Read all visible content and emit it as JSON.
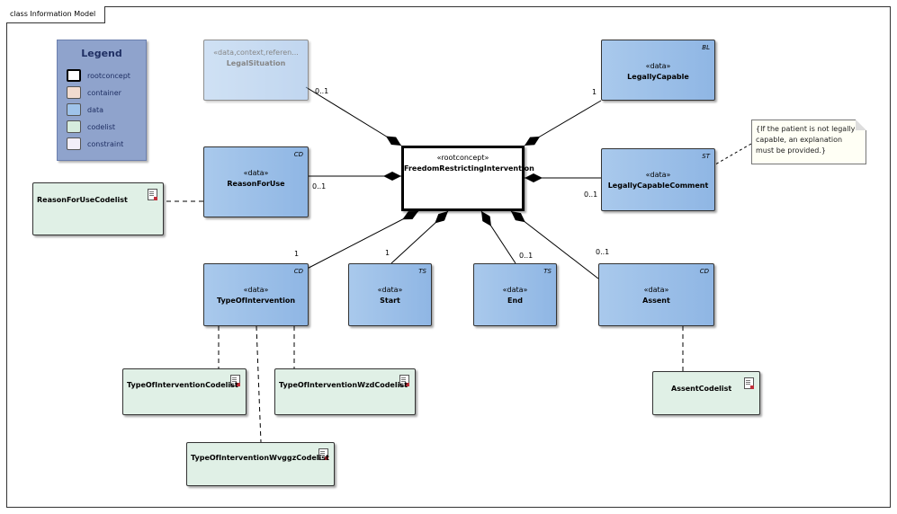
{
  "frame": {
    "label": "class Information Model"
  },
  "legend": {
    "title": "Legend",
    "items": [
      {
        "label": "rootconcept",
        "color": "#ffffff"
      },
      {
        "label": "container",
        "color": "#f2dcd0"
      },
      {
        "label": "data",
        "color": "#9fc3ea"
      },
      {
        "label": "codelist",
        "color": "#d6ecde"
      },
      {
        "label": "constraint",
        "color": "#f2eef8"
      }
    ]
  },
  "root": {
    "stereotype": "«rootconcept»",
    "name": "FreedomRestrictingIntervention"
  },
  "classes": {
    "legal_situation": {
      "stereotype": "«data,context,referen...",
      "name": "LegalSituation",
      "type": ""
    },
    "legally_capable": {
      "stereotype": "«data»",
      "name": "LegallyCapable",
      "type": "BL"
    },
    "reason_for_use": {
      "stereotype": "«data»",
      "name": "ReasonForUse",
      "type": "CD"
    },
    "legally_capable_comment": {
      "stereotype": "«data»",
      "name": "LegallyCapableComment",
      "type": "ST"
    },
    "type_of_intervention": {
      "stereotype": "«data»",
      "name": "TypeOfIntervention",
      "type": "CD"
    },
    "start": {
      "stereotype": "«data»",
      "name": "Start",
      "type": "TS"
    },
    "end": {
      "stereotype": "«data»",
      "name": "End",
      "type": "TS"
    },
    "assent": {
      "stereotype": "«data»",
      "name": "Assent",
      "type": "CD"
    }
  },
  "codelists": {
    "reason_for_use": "ReasonForUseCodelist",
    "type_of_intervention": "TypeOfInterventionCodelist",
    "type_of_intervention_wzd": "TypeOfInterventionWzdCodelist",
    "type_of_intervention_wvggz": "TypeOfInterventionWvggzCodelist",
    "assent": "AssentCodelist"
  },
  "note": {
    "text": "{If the patient is not legally capable, an explanation must be provided.}"
  },
  "multiplicities": {
    "legal_situation": "0..1",
    "legally_capable": "1",
    "reason_for_use": "0..1",
    "legally_capable_comment": "0..1",
    "type_of_intervention": "1",
    "start": "1",
    "end": "0..1",
    "assent": "0..1"
  }
}
